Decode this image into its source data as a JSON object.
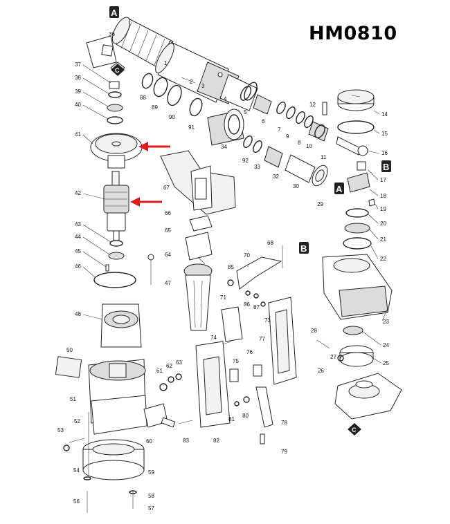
{
  "model": "HM0810",
  "refs": {
    "a": "A",
    "b": "B",
    "c": "C"
  },
  "parts": {
    "p1": "1",
    "p2": "2",
    "p3": "3",
    "p4": "4",
    "p5": "5",
    "p6": "6",
    "p7": "7",
    "p8": "8",
    "p9": "9",
    "p10": "10",
    "p11": "11",
    "p12": "12",
    "p14": "14",
    "p15": "15",
    "p16": "16",
    "p17": "17",
    "p18": "18",
    "p19": "19",
    "p20": "20",
    "p21": "21",
    "p22": "22",
    "p23": "23",
    "p24": "24",
    "p25": "25",
    "p26": "26",
    "p27": "27",
    "p28": "28",
    "p29": "29",
    "p30": "30",
    "p32": "32",
    "p33": "33",
    "p34": "34",
    "p36": "36",
    "p37": "37",
    "p38": "38",
    "p39": "39",
    "p40": "40",
    "p41": "41",
    "p42": "42",
    "p43": "43",
    "p44": "44",
    "p45": "45",
    "p46": "46",
    "p47": "47",
    "p48": "48",
    "p50": "50",
    "p51": "51",
    "p52": "52",
    "p53": "53",
    "p54": "54",
    "p56": "56",
    "p57": "57",
    "p58": "58",
    "p59": "59",
    "p60": "60",
    "p61": "61",
    "p62": "62",
    "p63": "63",
    "p64": "64",
    "p65": "65",
    "p66": "66",
    "p67": "67",
    "p68": "68",
    "p70": "70",
    "p71": "71",
    "p73": "73",
    "p74": "74",
    "p75": "75",
    "p76": "76",
    "p77": "77",
    "p78": "78",
    "p79": "79",
    "p80": "80",
    "p81": "81",
    "p82": "82",
    "p83": "83",
    "p85": "85",
    "p86": "86",
    "p87": "87",
    "p88": "88",
    "p89": "89",
    "p90": "90",
    "p91": "91",
    "p92": "92"
  }
}
